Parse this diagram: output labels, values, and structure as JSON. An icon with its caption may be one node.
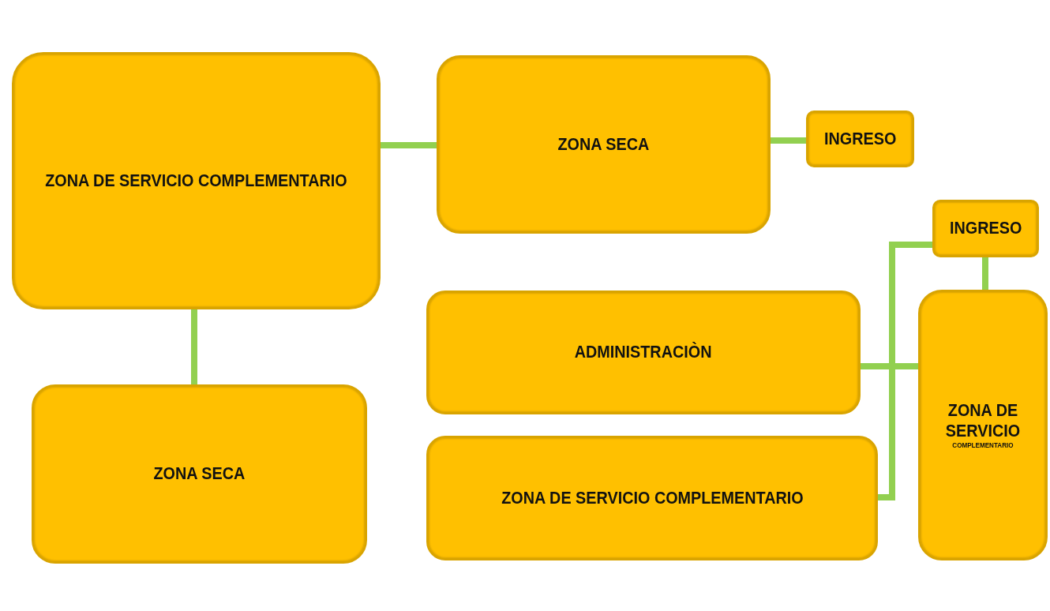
{
  "diagram": {
    "nodes": [
      {
        "text": [
          "ZONA DE SERVICIO COMPLEMENTARIO"
        ]
      },
      {
        "text": [
          "ZONA SECA"
        ]
      },
      {
        "text": [
          "INGRESO"
        ]
      },
      {
        "text": [
          "ZONA SECA"
        ]
      },
      {
        "text": [
          "INGRESO"
        ]
      },
      {
        "text": [
          "ADMINISTRACIÒN"
        ]
      },
      {
        "text": [
          "ZONA DE SERVICIO COMPLEMENTARIO"
        ]
      },
      {
        "text": [
          "ZONA DE SERVICIO",
          "COMPLEMENTARIO"
        ]
      }
    ],
    "edges": [
      {
        "from": 0,
        "to": 1,
        "arrow": "none"
      },
      {
        "from": 1,
        "to": 2,
        "arrow": "none"
      },
      {
        "from": 0,
        "to": 3,
        "arrow": "none"
      },
      {
        "from": 4,
        "to": 7,
        "arrow": "none"
      },
      {
        "from": 5,
        "to": 7,
        "arrow": "none"
      },
      {
        "from": 4,
        "to": 6,
        "arrow": "none"
      }
    ]
  }
}
